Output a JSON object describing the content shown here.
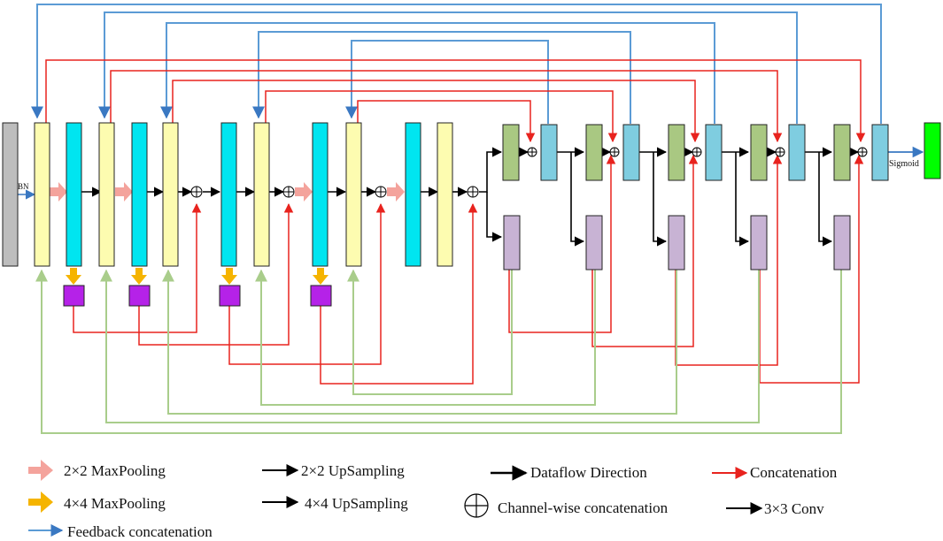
{
  "diagram": {
    "labels": {
      "bn": "BN",
      "sigmoid": "Sigmoid"
    },
    "colors": {
      "gray_block": "#bdbdbd",
      "yellow_block": "#fdfcb0",
      "cyan_block": "#00e5f0",
      "green_block": "#a9c882",
      "lightblue_block": "#7fcde0",
      "lavender_block": "#c8b3d4",
      "purple_block": "#b522e8",
      "output_block": "#00ff00",
      "red_line": "#e8231e",
      "blue_line": "#5b9bd5",
      "green_line": "#a9cd8b",
      "black_line": "#000000",
      "maxpool2_arrow": "#f4a39c",
      "maxpool4_arrow": "#f5b400"
    }
  },
  "legend": {
    "maxpool2": "2×2 MaxPooling",
    "maxpool4": "4×4 MaxPooling",
    "feedback": "Feedback concatenation",
    "upsample2": "2×2 UpSampling",
    "upsample4": "4×4 UpSampling",
    "dataflow": "Dataflow Direction",
    "channelwise": "Channel-wise concatenation",
    "concatenation": "Concatenation",
    "conv": "3×3 Conv"
  }
}
